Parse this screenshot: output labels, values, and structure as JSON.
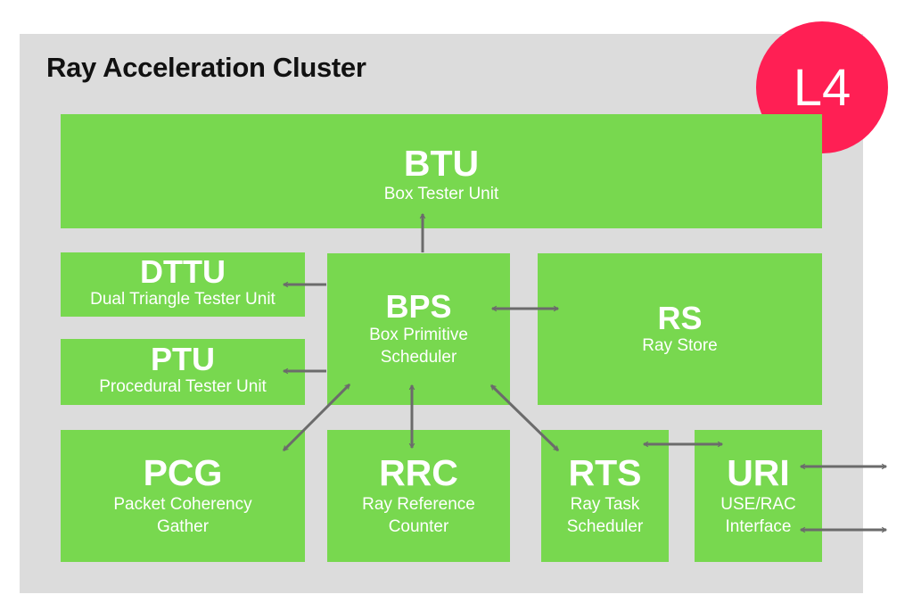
{
  "cluster": {
    "title": "Ray Acceleration Cluster",
    "level_badge": "L4",
    "badge_color": "#ff1f54",
    "block_color": "#78d84f",
    "background_color": "#dcdcdc"
  },
  "blocks": {
    "btu": {
      "abbr": "BTU",
      "full": "Box Tester Unit"
    },
    "dttu": {
      "abbr": "DTTU",
      "full": "Dual Triangle Tester Unit"
    },
    "ptu": {
      "abbr": "PTU",
      "full": "Procedural Tester Unit"
    },
    "bps": {
      "abbr": "BPS",
      "full_lines": [
        "Box Primitive",
        "Scheduler"
      ]
    },
    "rs": {
      "abbr": "RS",
      "full": "Ray Store"
    },
    "pcg": {
      "abbr": "PCG",
      "full_lines": [
        "Packet Coherency",
        "Gather"
      ]
    },
    "rrc": {
      "abbr": "RRC",
      "full_lines": [
        "Ray Reference",
        "Counter"
      ]
    },
    "rts": {
      "abbr": "RTS",
      "full_lines": [
        "Ray Task",
        "Scheduler"
      ]
    },
    "uri": {
      "abbr": "URI",
      "full_lines": [
        "USE/RAC",
        "Interface"
      ]
    }
  },
  "connections": [
    {
      "from": "bps",
      "to": "btu",
      "direction": "one-way"
    },
    {
      "from": "bps",
      "to": "dttu",
      "direction": "one-way"
    },
    {
      "from": "bps",
      "to": "ptu",
      "direction": "one-way"
    },
    {
      "from": "bps",
      "to": "rs",
      "direction": "two-way"
    },
    {
      "from": "bps",
      "to": "pcg",
      "direction": "two-way"
    },
    {
      "from": "bps",
      "to": "rrc",
      "direction": "two-way"
    },
    {
      "from": "bps",
      "to": "rts",
      "direction": "two-way"
    },
    {
      "from": "rts",
      "to": "uri",
      "direction": "two-way"
    },
    {
      "from": "uri",
      "to": "external",
      "direction": "two-way"
    },
    {
      "from": "uri",
      "to": "external",
      "direction": "two-way"
    }
  ],
  "arrow_color": "#6b6b6b"
}
